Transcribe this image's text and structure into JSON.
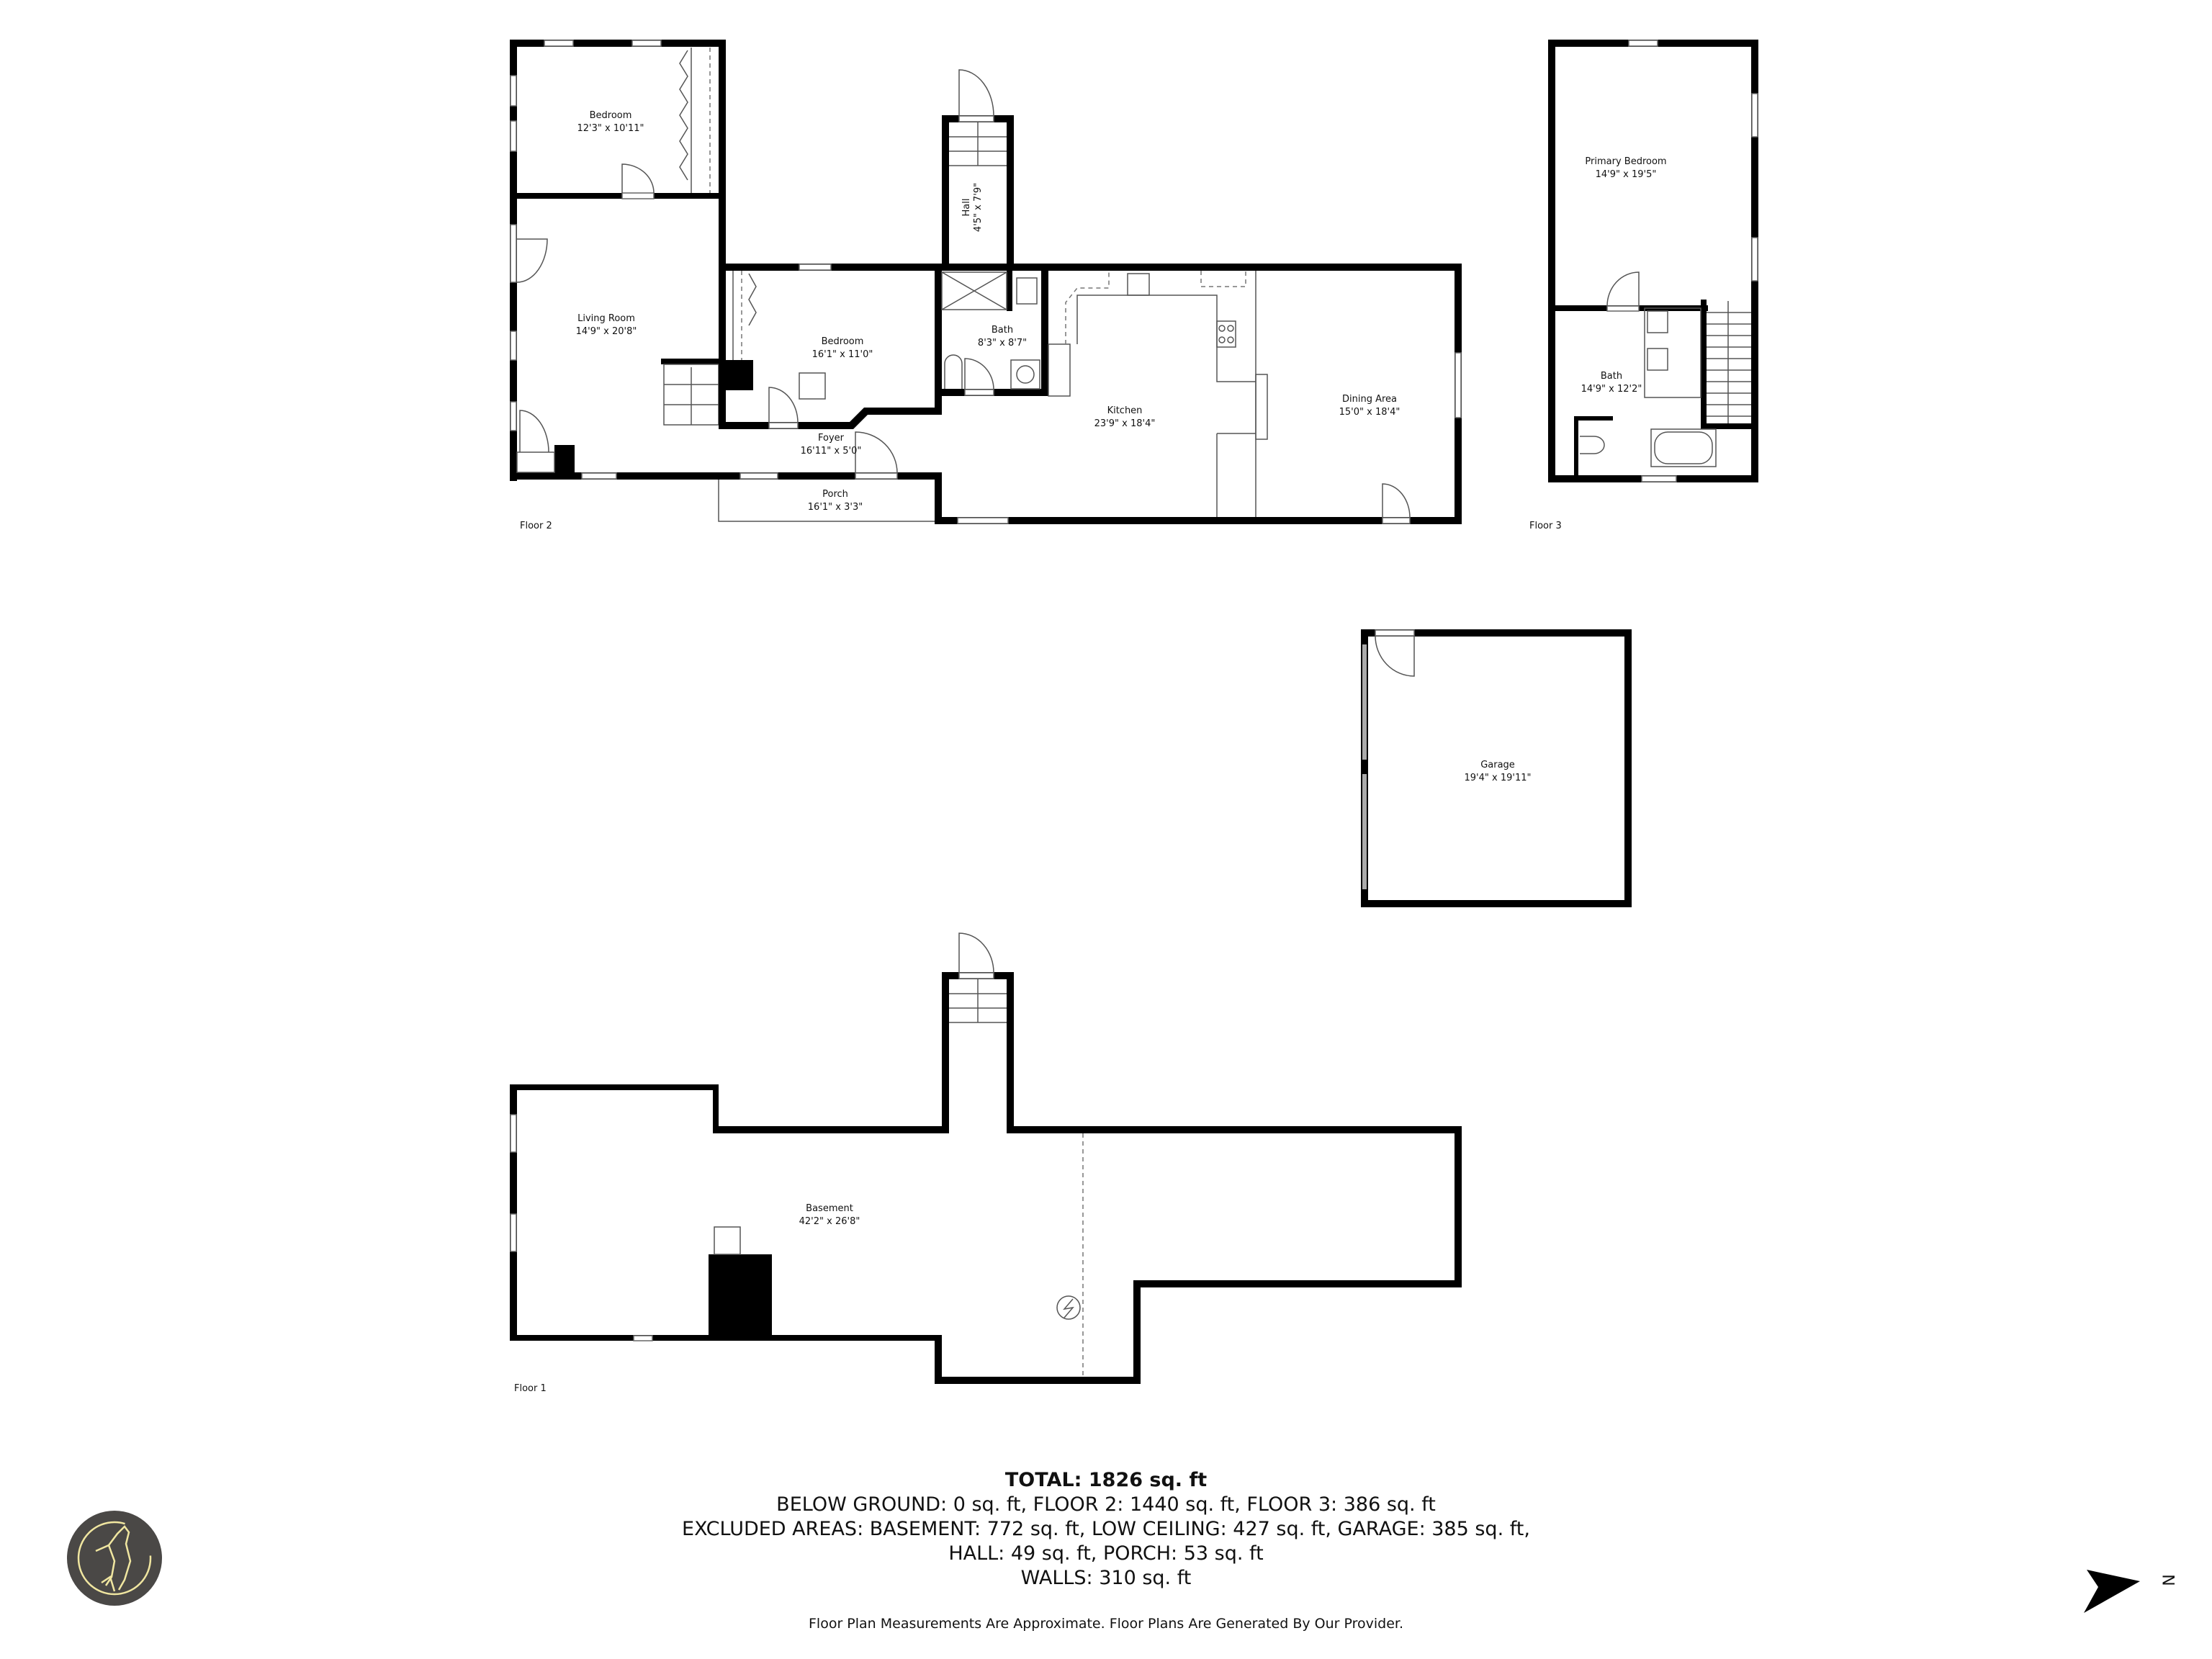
{
  "floors": {
    "floor2": {
      "label": "Floor 2",
      "rooms": [
        {
          "name": "Bedroom",
          "dims": "12'3\" x 10'11\""
        },
        {
          "name": "Living Room",
          "dims": "14'9\" x 20'8\""
        },
        {
          "name": "Hall",
          "dims": "4'5\" x 7'9\""
        },
        {
          "name": "Bedroom",
          "dims": "16'1\" x 11'0\""
        },
        {
          "name": "Bath",
          "dims": "8'3\" x 8'7\""
        },
        {
          "name": "Kitchen",
          "dims": "23'9\" x 18'4\""
        },
        {
          "name": "Dining Area",
          "dims": "15'0\" x 18'4\""
        },
        {
          "name": "Foyer",
          "dims": "16'11\" x 5'0\""
        },
        {
          "name": "Porch",
          "dims": "16'1\" x 3'3\""
        }
      ]
    },
    "floor3": {
      "label": "Floor 3",
      "rooms": [
        {
          "name": "Primary Bedroom",
          "dims": "14'9\" x 19'5\""
        },
        {
          "name": "Bath",
          "dims": "14'9\" x 12'2\""
        }
      ]
    },
    "garage": {
      "rooms": [
        {
          "name": "Garage",
          "dims": "19'4\" x 19'11\""
        }
      ]
    },
    "floor1": {
      "label": "Floor 1",
      "rooms": [
        {
          "name": "Basement",
          "dims": "42'2\" x 26'8\""
        }
      ]
    }
  },
  "summary": {
    "total": "TOTAL: 1826 sq. ft",
    "line1": "BELOW GROUND: 0 sq. ft, FLOOR 2: 1440 sq. ft, FLOOR 3: 386 sq. ft",
    "line2": "EXCLUDED AREAS: BASEMENT: 772 sq. ft, LOW CEILING: 427 sq. ft, GARAGE: 385 sq. ft,",
    "line3": "HALL: 49 sq. ft, PORCH: 53 sq. ft",
    "line4": "WALLS: 310 sq. ft",
    "disclaimer": "Floor Plan Measurements Are Approximate. Floor Plans Are Generated By Our Provider."
  },
  "compass": {
    "letter": "N",
    "icon": "north-arrow-icon"
  },
  "logo": {
    "icon": "howling-wolf-logo-icon",
    "bg_color": "#4a4846",
    "line_color": "#f0e6a0"
  }
}
